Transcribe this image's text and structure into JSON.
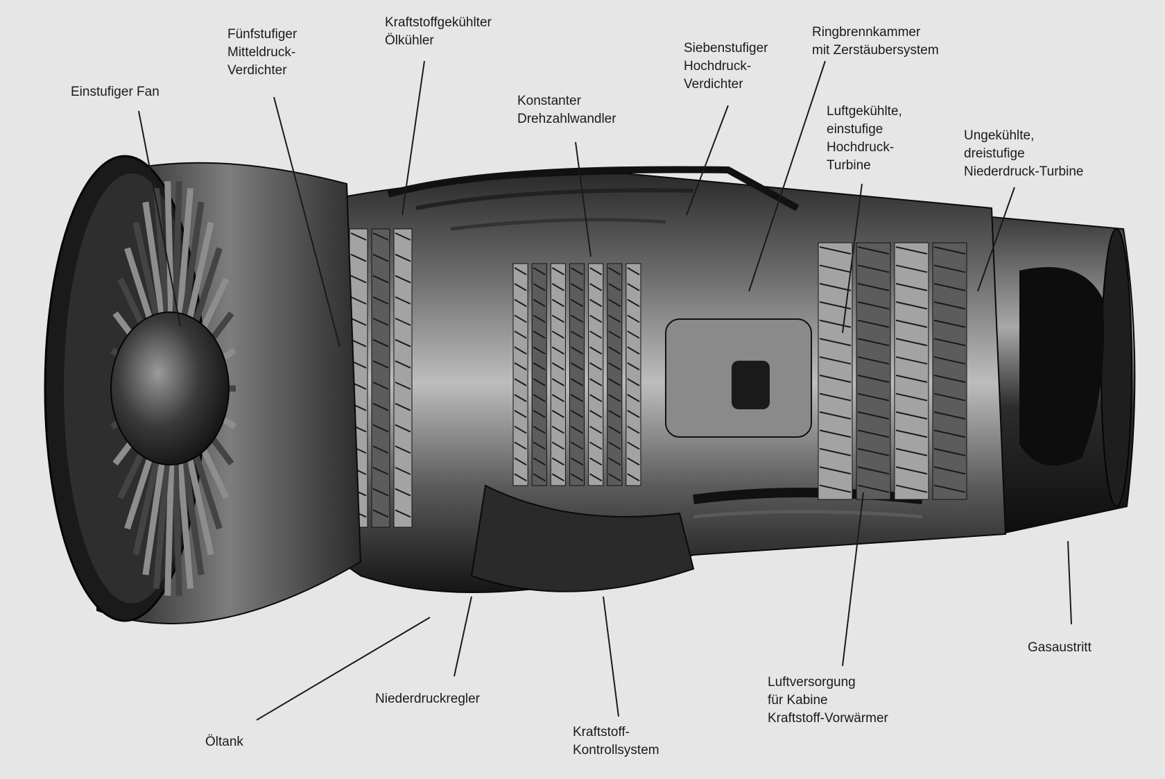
{
  "labels": [
    {
      "id": "fan",
      "lines": [
        "Einstufiger Fan"
      ]
    },
    {
      "id": "mitteldruck",
      "lines": [
        "Fünfstufiger",
        "Mitteldruck-",
        "Verdichter"
      ]
    },
    {
      "id": "oelkuehler",
      "lines": [
        "Kraftstoffgekühlter",
        "Ölkühler"
      ]
    },
    {
      "id": "drehzahl",
      "lines": [
        "Konstanter",
        "Drehzahlwandler"
      ]
    },
    {
      "id": "hochdruckverd",
      "lines": [
        "Siebenstufiger",
        "Hochdruck-",
        "Verdichter"
      ]
    },
    {
      "id": "ringbrenn",
      "lines": [
        "Ringbrennkammer",
        "mit Zerstäubersystem"
      ]
    },
    {
      "id": "hdturbine",
      "lines": [
        "Luftgekühlte,",
        "einstufige",
        "Hochdruck-",
        "Turbine"
      ]
    },
    {
      "id": "ndturbine",
      "lines": [
        "Ungekühlte,",
        "dreistufige",
        "Niederdruck-Turbine"
      ]
    },
    {
      "id": "gasaustritt",
      "lines": [
        "Gasaustritt"
      ]
    },
    {
      "id": "luftversorgung",
      "lines": [
        "Luftversorgung",
        "für Kabine",
        "Kraftstoff-Vorwärmer"
      ]
    },
    {
      "id": "kontroll",
      "lines": [
        "Kraftstoff-",
        "Kontrollsystem"
      ]
    },
    {
      "id": "niederdruckregler",
      "lines": [
        "Niederdruckregler"
      ]
    },
    {
      "id": "oeltank",
      "lines": [
        "Öltank"
      ]
    }
  ],
  "colors": {
    "background": "#e6e6e6",
    "text": "#1a1a1a",
    "metal_dark": "#141414",
    "metal_light": "#cfcfcf"
  }
}
